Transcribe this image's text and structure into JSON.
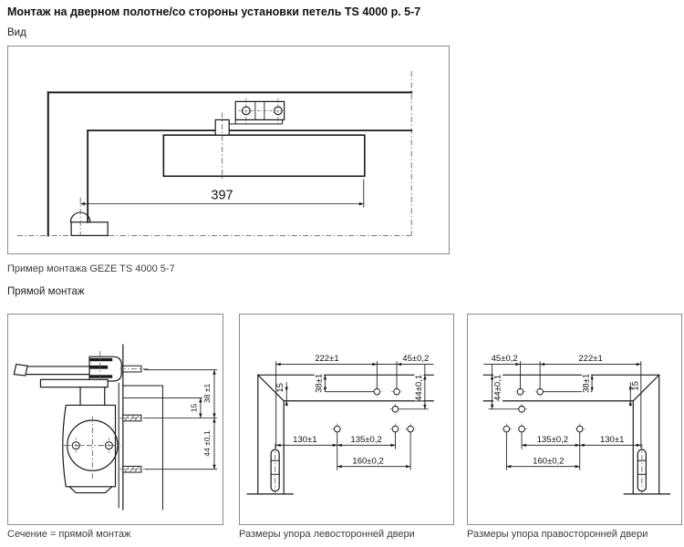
{
  "page": {
    "title": "Монтаж на дверном полотне/со стороны установки петель TS 4000 р. 5-7"
  },
  "view_section": {
    "heading": "Вид",
    "caption": "Пример монтажа GEZE TS 4000 5-7",
    "dim397": "397"
  },
  "direct_section": {
    "heading": "Прямой монтаж"
  },
  "cross_section": {
    "caption": "Сечение = прямой монтаж",
    "dims": {
      "d38": "38 ±1",
      "d15": "15",
      "d44": "44 ±0,1"
    }
  },
  "left_door": {
    "caption": "Размеры упора левосторонней двери",
    "dims": {
      "d222": "222±1",
      "d45": "45±0,2",
      "d38": "38±1",
      "d15": "15",
      "d44": "44±0,1",
      "d130": "130±1",
      "d135": "135±0,2",
      "d160": "160±0,2"
    }
  },
  "right_door": {
    "caption": "Размеры упора правосторонней двери",
    "dims": {
      "d45": "45±0,2",
      "d222": "222±1",
      "d44": "44±0,1",
      "d38": "38±1",
      "d15": "15",
      "d135": "135±0,2",
      "d130": "130±1",
      "d160": "160±0,2"
    }
  },
  "colors": {
    "ink": "#1a1a1a",
    "frame_border": "#8c8c8c",
    "paper": "#ffffff"
  }
}
